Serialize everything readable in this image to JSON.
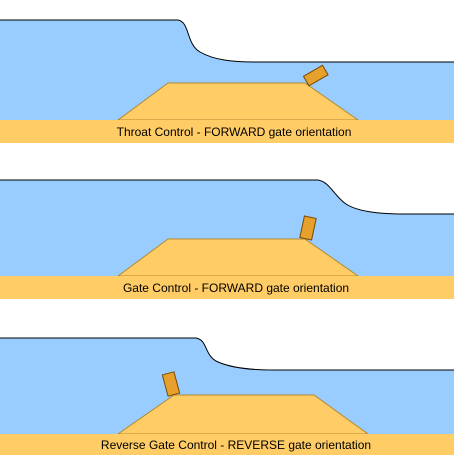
{
  "colors": {
    "water": "#99ccff",
    "water_edge": "#000000",
    "ground": "#ffcc66",
    "ground_edge": "#b38a2e",
    "gate": "#e6a02b",
    "gate_edge": "#7a4a00",
    "background": "#ffffff"
  },
  "panels": [
    {
      "caption": "Throat Control - FORWARD gate orientation",
      "gate_orientation": "FORWARD",
      "gate_location": "downstream edge of crest"
    },
    {
      "caption": "Gate Control - FORWARD gate orientation",
      "gate_orientation": "FORWARD",
      "gate_location": "downstream edge of crest"
    },
    {
      "caption": "Reverse Gate Control - REVERSE gate orientation",
      "gate_orientation": "REVERSE",
      "gate_location": "upstream edge of crest"
    }
  ]
}
